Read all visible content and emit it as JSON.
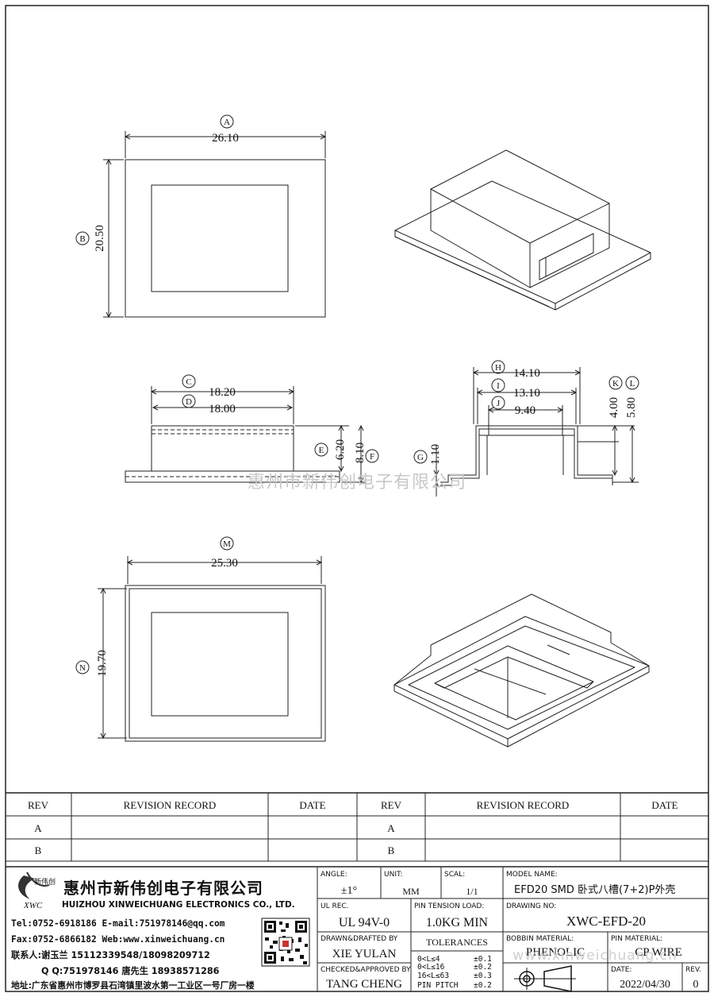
{
  "dims": {
    "A": {
      "label": "A",
      "value": "26.10"
    },
    "B": {
      "label": "B",
      "value": "20.50"
    },
    "C": {
      "label": "C",
      "value": "18.20"
    },
    "D": {
      "label": "D",
      "value": "18.00"
    },
    "E": {
      "label": "E",
      "value": "6.20"
    },
    "F": {
      "label": "F",
      "value": "8.10"
    },
    "G": {
      "label": "G",
      "value": "1.10"
    },
    "H": {
      "label": "H",
      "value": "14.10"
    },
    "I": {
      "label": "I",
      "value": "13.10"
    },
    "J": {
      "label": "J",
      "value": "9.40"
    },
    "K": {
      "label": "K",
      "value": "4.00"
    },
    "L": {
      "label": "L",
      "value": "5.80"
    },
    "M": {
      "label": "M",
      "value": "25.30"
    },
    "N": {
      "label": "N",
      "value": "19.70"
    }
  },
  "watermark": "惠州市新伟创电子有限公司",
  "revision_table": {
    "headers": [
      "REV",
      "REVISION RECORD",
      "DATE",
      "REV",
      "REVISION RECORD",
      "DATE"
    ],
    "rows": [
      "A",
      "B"
    ]
  },
  "company": {
    "logo_text": "新伟创",
    "logo_abbr": "XWC",
    "name_cn": "惠州市新伟创电子有限公司",
    "name_en": "HUIZHOU XINWEICHUANG ELECTRONICS CO., LTD.",
    "tel_line": "Tel:0752-6918186 E-mail:751978146@qq.com",
    "fax_line": "Fax:0752-6866182 Web:www.xinweichuang.cn",
    "contact_line": "联系人:谢玉兰 15112339548/18098209712",
    "qq_line": "Q Q:751978146    唐先生 18938571286",
    "address_line": "地址:广东省惠州市博罗县石湾镇里波水第一工业区一号厂房一楼"
  },
  "title_block": {
    "angle_label": "ANGLE:",
    "angle_value": "±1°",
    "unit_label": "UNIT:",
    "unit_value": "MM",
    "scal_label": "SCAL:",
    "scal_value": "1/1",
    "model_label": "MODEL NAME:",
    "model_value": "EFD20 SMD 卧式八槽(7+2)P外壳",
    "ul_label": "UL REC.",
    "ul_value": "UL 94V-0",
    "pin_tension_label": "PIN TENSION LOAD:",
    "pin_tension_value": "1.0KG MIN",
    "drawing_no_label": "DRAWING NO:",
    "drawing_no_value": "XWC-EFD-20",
    "drawn_label": "DRAWN&DRAFTED BY",
    "drawn_value": "XIE YULAN",
    "tolerances_label": "TOLERANCES",
    "tol_rows": [
      {
        "range": "0<L≤4",
        "value": "±0.1"
      },
      {
        "range": "0<L≤16",
        "value": "±0.2"
      },
      {
        "range": "16<L≤63",
        "value": "±0.3"
      },
      {
        "range": "PIN PITCH",
        "value": "±0.2"
      }
    ],
    "bobbin_label": "BOBBIN MATERIAL:",
    "bobbin_value": "PHENOLIC",
    "pin_mat_label": "PIN MATERIAL:",
    "pin_mat_value": "CP WIRE",
    "checked_label": "CHECKED&APPROVED BY",
    "checked_value": "TANG CHENG",
    "date_label": "DATE:",
    "date_value": "2022/04/30",
    "rev_label": "REV.",
    "rev_value": "0",
    "web_watermark": "www.xinweichuang.cn"
  },
  "colors": {
    "line": "#222222",
    "watermark": "#c8c8c8"
  }
}
